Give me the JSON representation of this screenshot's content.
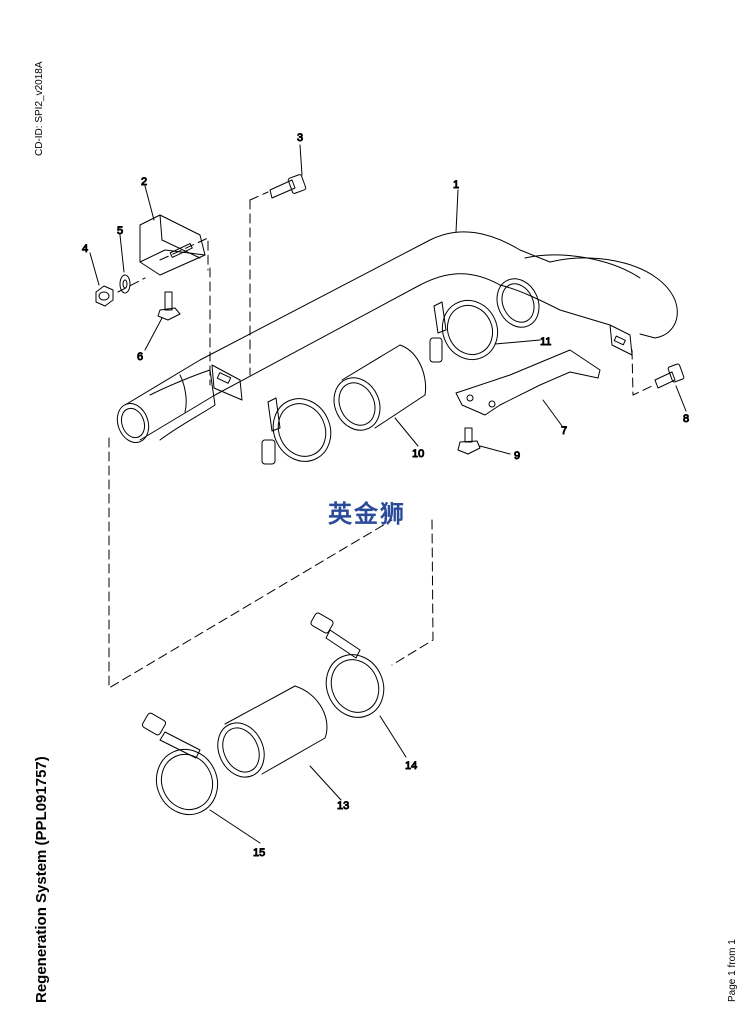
{
  "document": {
    "cd_id": "CD-ID: SPI2_v2018A",
    "title": "Regeneration System (PPL091757)",
    "page_number": "Page 1 from 1",
    "watermark": "英金狮"
  },
  "callouts": [
    {
      "label": "1"
    },
    {
      "label": "2"
    },
    {
      "label": "3"
    },
    {
      "label": "4"
    },
    {
      "label": "5"
    },
    {
      "label": "6"
    },
    {
      "label": "7"
    },
    {
      "label": "8"
    },
    {
      "label": "9"
    },
    {
      "label": "10"
    },
    {
      "label": "11"
    },
    {
      "label": "13"
    },
    {
      "label": "14"
    },
    {
      "label": "15"
    }
  ]
}
